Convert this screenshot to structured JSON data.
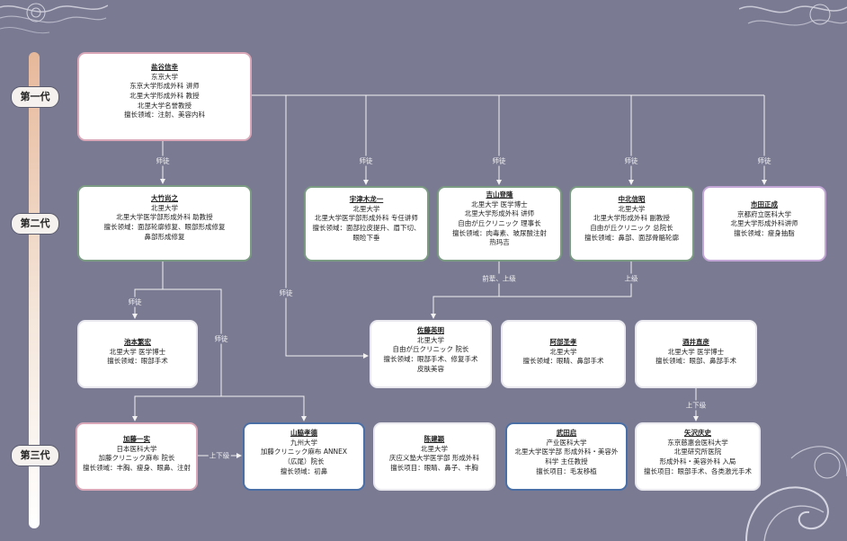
{
  "generations": [
    "第一代",
    "第二代",
    "第三代"
  ],
  "edge_labels": {
    "shitu": "师徒",
    "upper_lower": "上下级",
    "senior_junior": "前辈、上级",
    "superior": "上级"
  },
  "nodes": {
    "shiokawa": {
      "name": "盐谷信幸",
      "lines": [
        "东京大学",
        "东京大学形成外科 讲师",
        "北里大学形成外科 教授",
        "北里大学名誉教授",
        "擅长领域：注射、美容内科"
      ]
    },
    "otake": {
      "name": "大竹尚之",
      "lines": [
        "北里大学",
        "北里大学医学部形成外科 助教授",
        "擅长领域：面部轮廓修复、眼部形成修复",
        "鼻部形成修复"
      ]
    },
    "utsunomiya": {
      "name": "宇津木龙一",
      "lines": [
        "北里大学",
        "北里大学医学部形成外科 专任讲师",
        "擅长领域：面部拉皮提升、眉下切、",
        "眼睑下垂"
      ]
    },
    "yoshiyama": {
      "name": "吉山登隆",
      "lines": [
        "北里大学 医学博士",
        "北里大学形成外科 讲师",
        "自由が丘クリニック 理事长",
        "擅长领域：肉毒素、玻尿酸注射",
        "热玛吉"
      ]
    },
    "nakakita": {
      "name": "中北信昭",
      "lines": [
        "北里大学",
        "北里大学形成外科 副教授",
        "自由が丘クリニック 总院长",
        "擅长领域：鼻部、面部骨骼轮廓"
      ]
    },
    "ichida": {
      "name": "市田正成",
      "lines": [
        "京都府立医科大学",
        "北里大学形成外科讲师",
        "擅长领域：瘦身抽脂"
      ]
    },
    "ikemoto": {
      "name": "池本繁宏",
      "lines": [
        "北里大学 医学博士",
        "擅长领域：眼部手术"
      ]
    },
    "sato": {
      "name": "佐藤英明",
      "lines": [
        "北里大学",
        "自由が丘クリニック 院长",
        "擅长领域：眼部手术、修复手术",
        "皮肤美容"
      ]
    },
    "abe": {
      "name": "阿部圣孝",
      "lines": [
        "北里大学",
        "擅长领域：眼睛、鼻部手术"
      ]
    },
    "sakai": {
      "name": "酒井直彦",
      "lines": [
        "北里大学 医学博士",
        "擅长领域：眼部、鼻部手术"
      ]
    },
    "kato": {
      "name": "加藤一实",
      "lines": [
        "日本医科大学",
        "加藤クリニック麻布 院长",
        "擅长领域：丰胸、瘦身、眼鼻、注射"
      ]
    },
    "yamawaki": {
      "name": "山脇孝德",
      "lines": [
        "九州大学",
        "加藤クリニック麻布 ANNEX",
        "（広尾）院长",
        "擅长领域：初鼻"
      ]
    },
    "chen": {
      "name": "陈建颖",
      "lines": [
        "北里大学",
        "庆应义塾大学医学部 形成外科",
        "擅长项目：眼睛、鼻子、丰胸"
      ]
    },
    "takeda": {
      "name": "武田启",
      "lines": [
        "产业医科大学",
        "北里大学医学部 形成外科・美容外",
        "科学 主任教授",
        "擅长项目：毛发移植"
      ]
    },
    "yazawa": {
      "name": "矢沢庆史",
      "lines": [
        "东京慈惠会医科大学",
        "北里研究所医院",
        "形成外科・美容外科 入局",
        "擅长项目：眼部手术、各类激光手术"
      ]
    }
  }
}
